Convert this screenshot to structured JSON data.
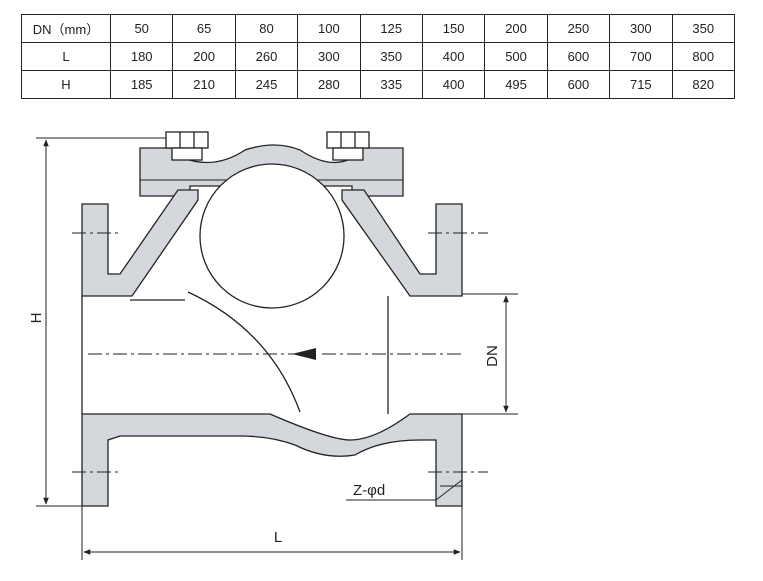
{
  "spec_table": {
    "rows": [
      {
        "label": "DN（mm）",
        "values": [
          "50",
          "65",
          "80",
          "100",
          "125",
          "150",
          "200",
          "250",
          "300",
          "350"
        ]
      },
      {
        "label": "L",
        "values": [
          "180",
          "200",
          "260",
          "300",
          "350",
          "400",
          "500",
          "600",
          "700",
          "800"
        ]
      },
      {
        "label": "H",
        "values": [
          "185",
          "210",
          "245",
          "280",
          "335",
          "400",
          "495",
          "600",
          "715",
          "820"
        ]
      }
    ]
  },
  "drawing": {
    "labels": {
      "height": "H",
      "length": "L",
      "nominal_diameter": "DN",
      "bolt_holes": "Z-φd"
    },
    "colors": {
      "section_fill": "#d4d7dc",
      "line": "#222222"
    }
  }
}
